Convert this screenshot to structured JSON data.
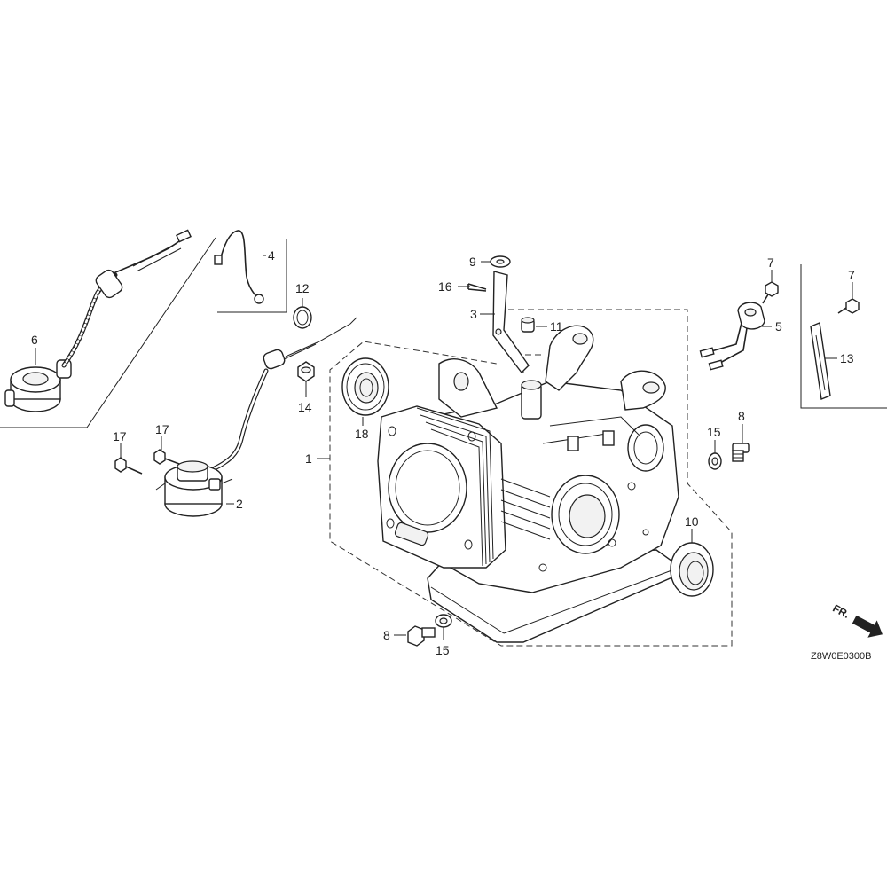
{
  "callouts": [
    {
      "id": "c1",
      "text": "1"
    },
    {
      "id": "c2",
      "text": "2"
    },
    {
      "id": "c3",
      "text": "3"
    },
    {
      "id": "c4",
      "text": "4"
    },
    {
      "id": "c5",
      "text": "5"
    },
    {
      "id": "c6",
      "text": "6"
    },
    {
      "id": "c7a",
      "text": "7"
    },
    {
      "id": "c7b",
      "text": "7"
    },
    {
      "id": "c8a",
      "text": "8"
    },
    {
      "id": "c8b",
      "text": "8"
    },
    {
      "id": "c9",
      "text": "9"
    },
    {
      "id": "c10",
      "text": "10"
    },
    {
      "id": "c11",
      "text": "11"
    },
    {
      "id": "c12",
      "text": "12"
    },
    {
      "id": "c13",
      "text": "13"
    },
    {
      "id": "c14",
      "text": "14"
    },
    {
      "id": "c15a",
      "text": "15"
    },
    {
      "id": "c15b",
      "text": "15"
    },
    {
      "id": "c16",
      "text": "16"
    },
    {
      "id": "c17a",
      "text": "17"
    },
    {
      "id": "c17b",
      "text": "17"
    },
    {
      "id": "c18",
      "text": "18"
    }
  ],
  "direction_label": "FR.",
  "diagram_code": "Z8W0E0300B",
  "colors": {
    "line": "#222222",
    "background": "#ffffff"
  }
}
